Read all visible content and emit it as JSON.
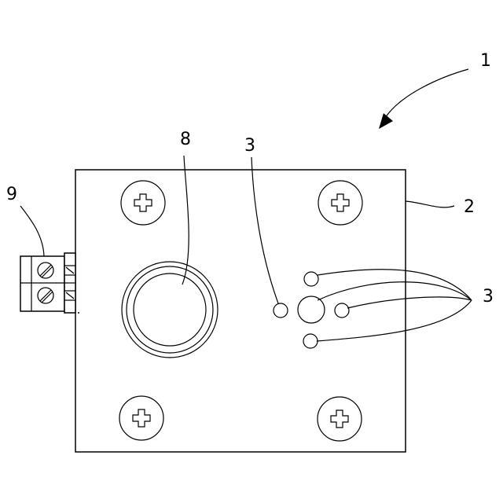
{
  "labels": {
    "device": "1",
    "plate": "2",
    "holes_top": "3",
    "holes_right": "3",
    "sensor": "8",
    "terminal": "9"
  }
}
